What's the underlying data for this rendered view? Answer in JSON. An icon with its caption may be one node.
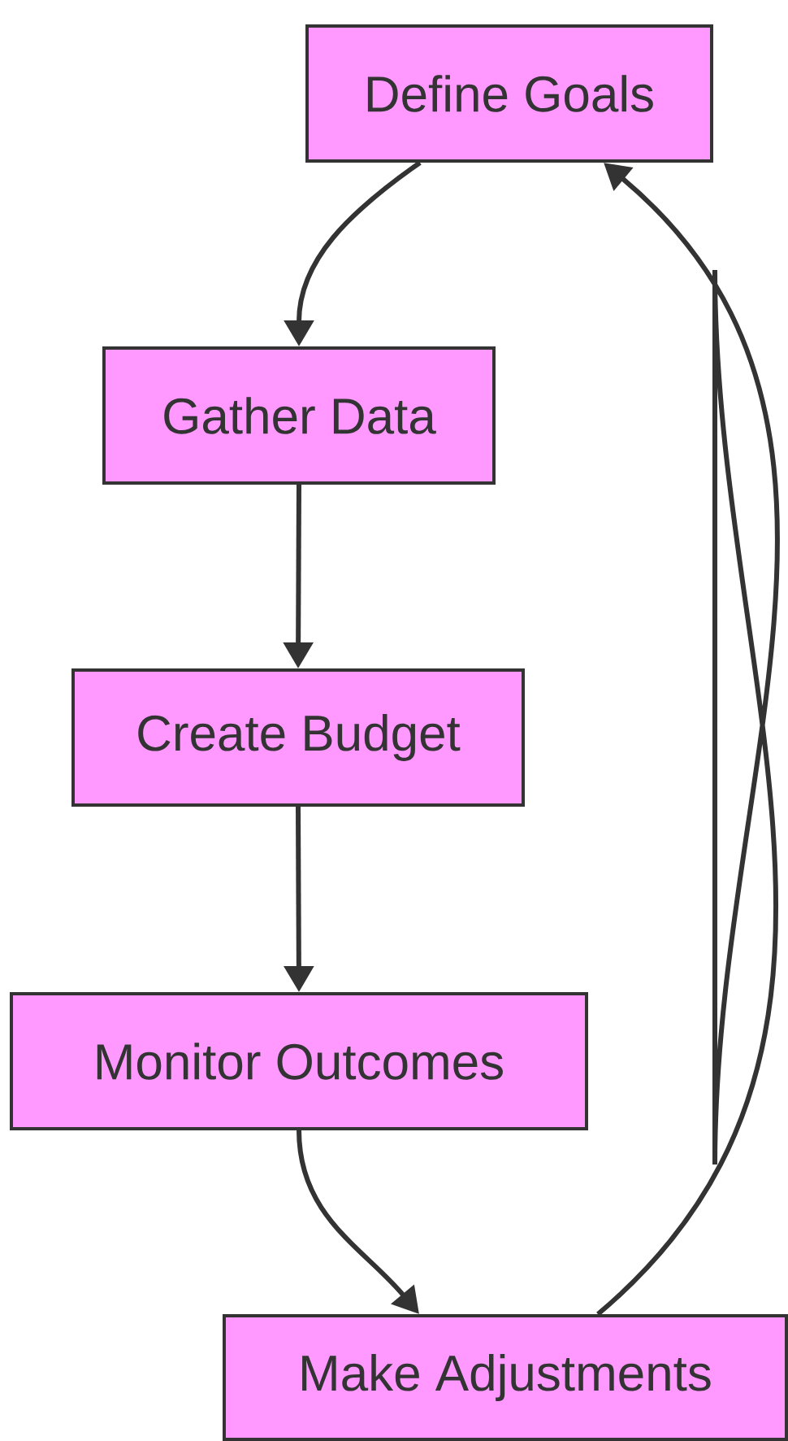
{
  "diagram": {
    "nodes": [
      {
        "text": [
          "Define Goals"
        ]
      },
      {
        "text": [
          "Gather Data"
        ]
      },
      {
        "text": [
          "Create Budget"
        ]
      },
      {
        "text": [
          "Monitor Outcomes"
        ]
      },
      {
        "text": [
          "Make Adjustments"
        ]
      }
    ],
    "edges": [
      {
        "from": 0,
        "to": 1,
        "arrow": "to"
      },
      {
        "from": 1,
        "to": 2,
        "arrow": "to"
      },
      {
        "from": 2,
        "to": 3,
        "arrow": "to"
      },
      {
        "from": 3,
        "to": 4,
        "arrow": "to"
      },
      {
        "from": 4,
        "to": 0,
        "arrow": "to"
      }
    ]
  }
}
